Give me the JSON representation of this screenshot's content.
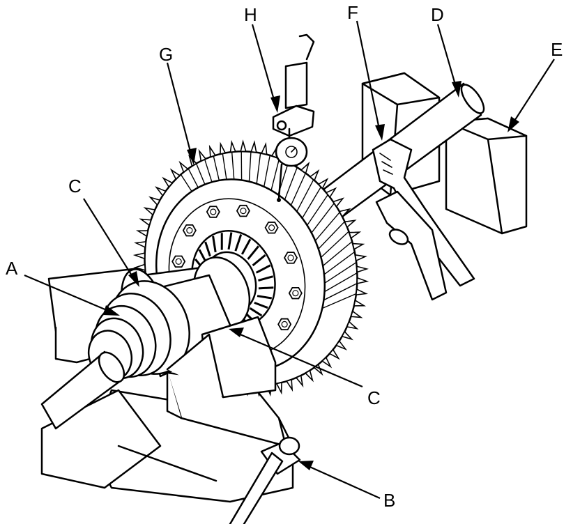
{
  "figure": {
    "callouts": [
      {
        "id": "A",
        "label": "A",
        "part": "axle-boot"
      },
      {
        "id": "B",
        "label": "B",
        "part": "vise-handle"
      },
      {
        "id": "C1",
        "label": "C",
        "part": "bearing-left"
      },
      {
        "id": "C2",
        "label": "C",
        "part": "bearing-right"
      },
      {
        "id": "D",
        "label": "D",
        "part": "shaft"
      },
      {
        "id": "E",
        "label": "E",
        "part": "support-block"
      },
      {
        "id": "F",
        "label": "F",
        "part": "adjustable-wrench"
      },
      {
        "id": "G",
        "label": "G",
        "part": "differential-ring-gear"
      },
      {
        "id": "H",
        "label": "H",
        "part": "dial-indicator"
      }
    ]
  }
}
